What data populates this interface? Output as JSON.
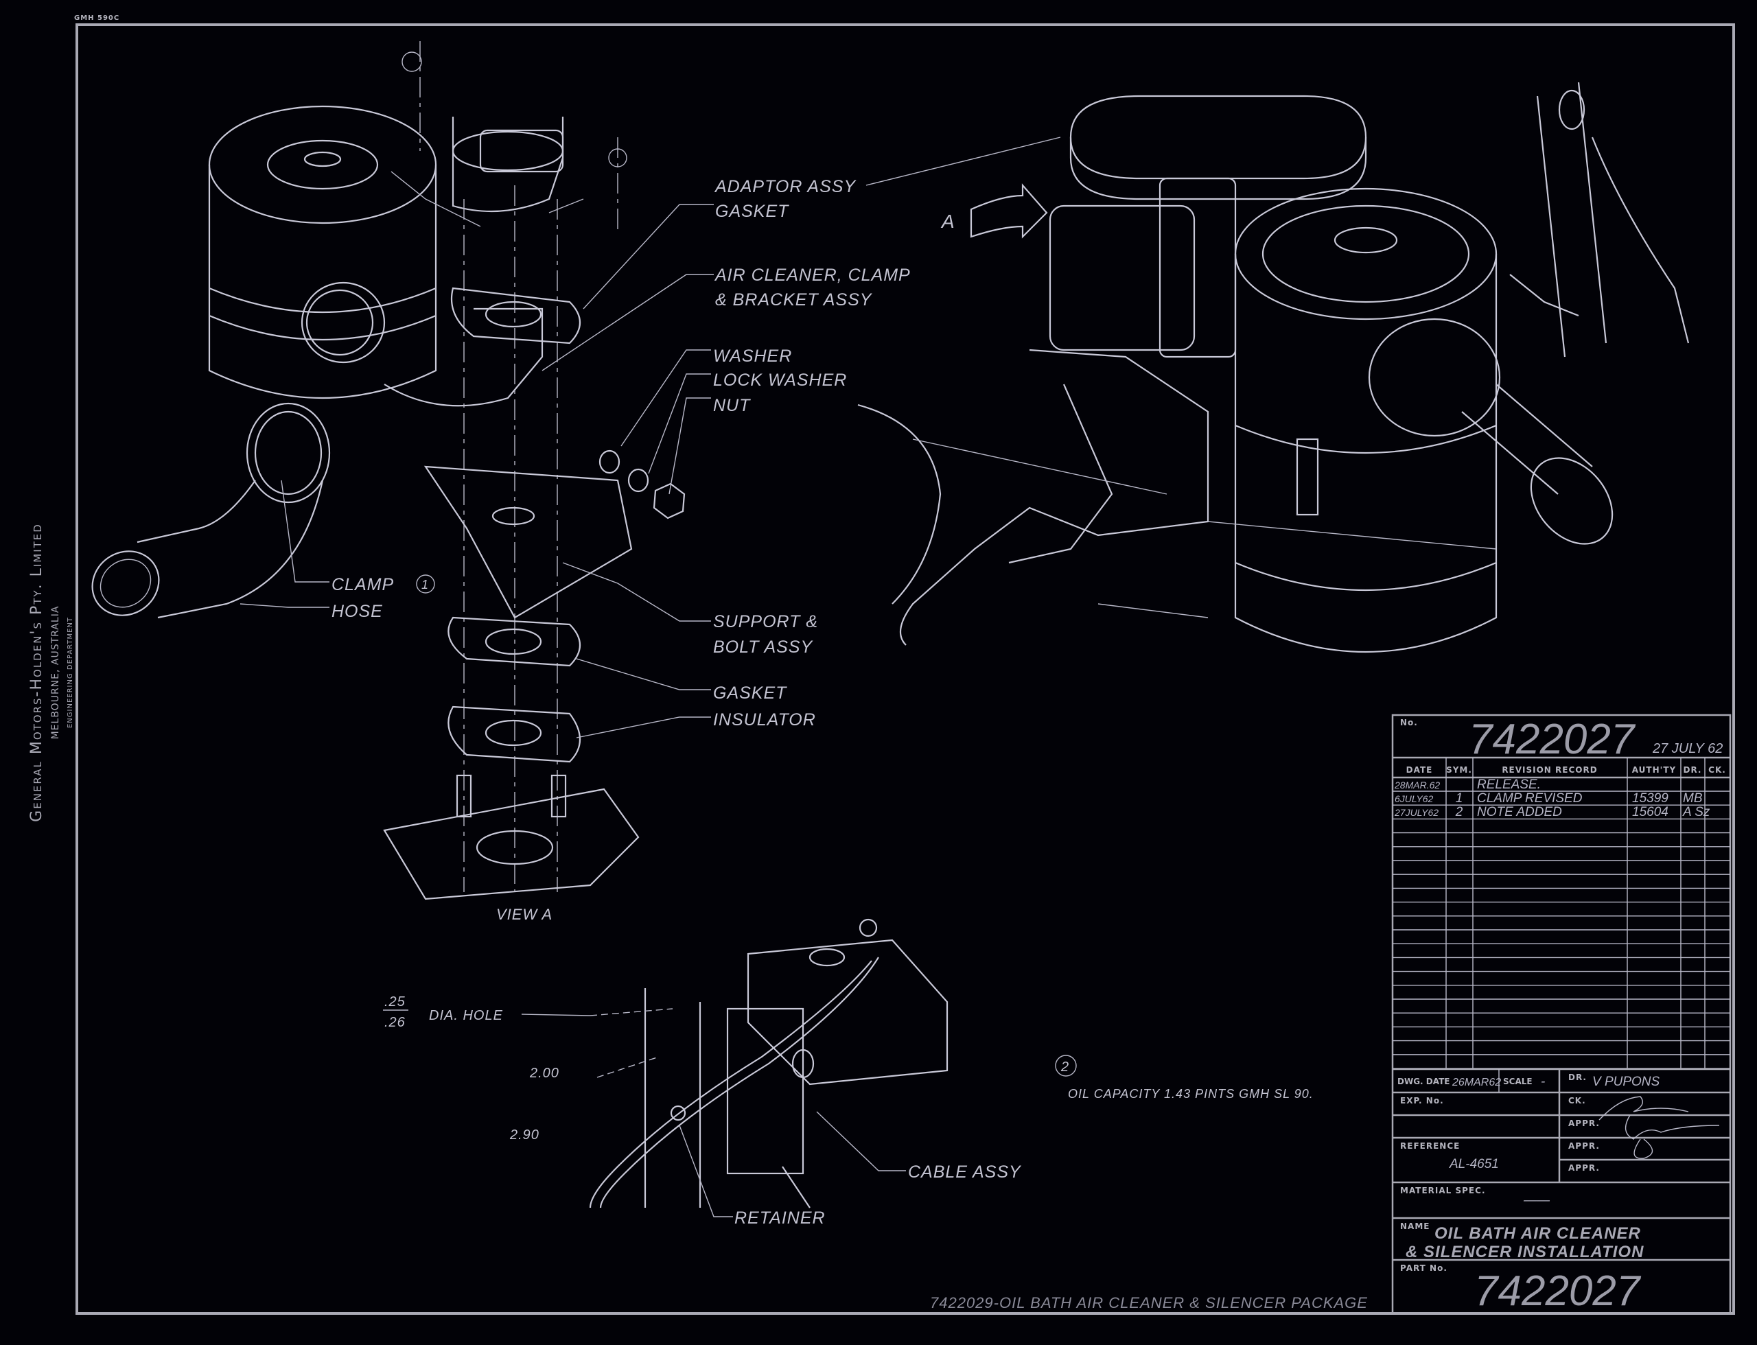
{
  "sheet_code": "GMH 590C",
  "company": {
    "name": "General Motors-Holden's Pty. Limited",
    "city": "Melbourne, Australia",
    "department": "Engineering Department"
  },
  "callouts": {
    "adaptor_assy": "ADAPTOR ASSY",
    "gasket_top": "GASKET",
    "air_cleaner_1": "AIR CLEANER, CLAMP",
    "air_cleaner_2": "& BRACKET ASSY",
    "washer": "WASHER",
    "lock_washer": "LOCK WASHER",
    "nut": "NUT",
    "clamp": "CLAMP",
    "clamp_note": "1",
    "hose": "HOSE",
    "support_1": "SUPPORT &",
    "support_2": "BOLT ASSY",
    "gasket_bottom": "GASKET",
    "insulator": "INSULATOR",
    "view_a": "VIEW A",
    "view_arrow": "A",
    "dia_top": ".25",
    "dia_bottom": ".26",
    "dia_hole": "DIA. HOLE",
    "dim_200": "2.00",
    "dim_290": "2.90",
    "cable_assy": "CABLE ASSY",
    "retainer": "RETAINER",
    "note_number": "2",
    "oil_capacity": "OIL CAPACITY  1.43 PINTS  GMH SL 90.",
    "package_note": "7422029-OIL BATH AIR CLEANER & SILENCER PACKAGE"
  },
  "title_block": {
    "no_label": "No.",
    "number": "7422027",
    "issue_date": "27 JULY 62",
    "headers": {
      "date": "DATE",
      "sym": "SYM.",
      "record": "REVISION RECORD",
      "auth": "AUTH'TY",
      "dr": "DR.",
      "ck": "CK."
    },
    "revisions": [
      {
        "date": "28MAR.62",
        "sym": "",
        "record": "RELEASE.",
        "auth": "",
        "dr": "",
        "ck": ""
      },
      {
        "date": "6JULY62",
        "sym": "1",
        "record": "CLAMP REVISED",
        "auth": "15399",
        "dr": "MB",
        "ck": ""
      },
      {
        "date": "27JULY62",
        "sym": "2",
        "record": "NOTE ADDED",
        "auth": "15604",
        "dr": "A Sz",
        "ck": ""
      }
    ],
    "dwg_date_label": "DWG. DATE",
    "dwg_date": "26MAR62",
    "scale_label": "SCALE",
    "scale": "-",
    "dr_label": "DR.",
    "drawn_by": "V PUPONS",
    "exp_label": "EXP. No.",
    "ck_label": "CK.",
    "appr_label": "APPR.",
    "reference_label": "REFERENCE",
    "reference": "AL-4651",
    "material_label": "MATERIAL SPEC.",
    "material": "——",
    "name_label": "NAME",
    "name_line1": "OIL BATH AIR CLEANER",
    "name_line2": "& SILENCER INSTALLATION",
    "part_label": "PART No.",
    "part_number": "7422027"
  }
}
